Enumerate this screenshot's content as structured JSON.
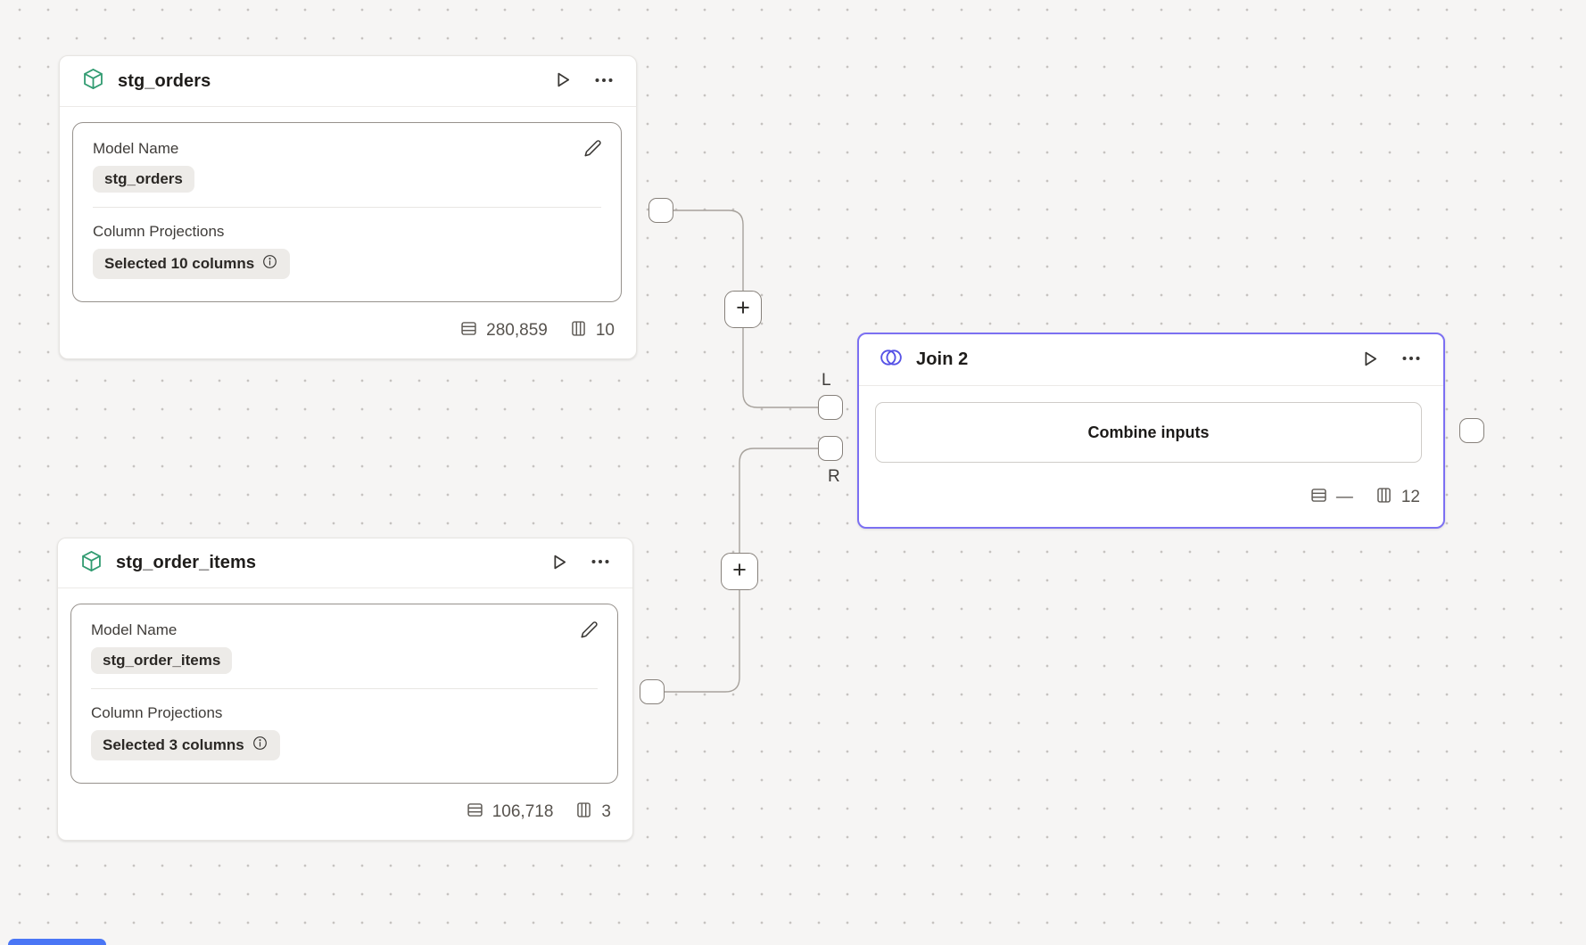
{
  "canvas": {
    "background": "#f6f5f4",
    "dot_color": "#c6c3c0"
  },
  "nodes": {
    "stg_orders": {
      "title": "stg_orders",
      "type_icon": "cube-icon",
      "fields": {
        "model_name_label": "Model Name",
        "model_name_value": "stg_orders",
        "column_projections_label": "Column Projections",
        "column_projections_value": "Selected 10 columns"
      },
      "stats": {
        "rows": "280,859",
        "columns": "10"
      }
    },
    "stg_order_items": {
      "title": "stg_order_items",
      "type_icon": "cube-icon",
      "fields": {
        "model_name_label": "Model Name",
        "model_name_value": "stg_order_items",
        "column_projections_label": "Column Projections",
        "column_projections_value": "Selected 3 columns"
      },
      "stats": {
        "rows": "106,718",
        "columns": "3"
      }
    },
    "join2": {
      "title": "Join 2",
      "type_icon": "join-circles-icon",
      "combine_button_label": "Combine inputs",
      "stats": {
        "rows": "—",
        "columns": "12"
      },
      "ports": {
        "left_label": "L",
        "right_label": "R"
      }
    }
  },
  "edges": {
    "add_button_label": "+"
  },
  "colors": {
    "model_accent_green": "#319b71",
    "join_accent_purple": "#5652e6",
    "join_border_purple": "#7c70f2",
    "edge_gray": "#a7a29c"
  }
}
